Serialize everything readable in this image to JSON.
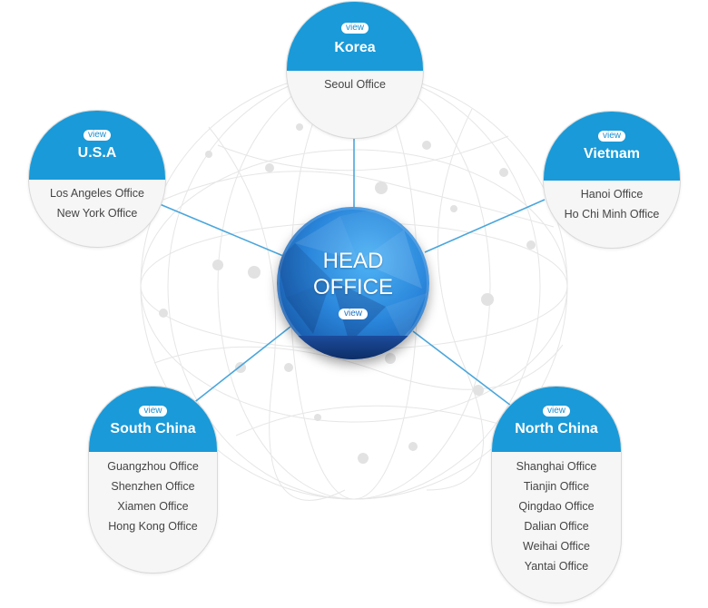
{
  "head_office": {
    "title_line1": "HEAD",
    "title_line2": "OFFICE",
    "view_label": "view"
  },
  "regions": {
    "korea": {
      "view_label": "view",
      "title": "Korea",
      "offices": [
        "Seoul Office"
      ]
    },
    "usa": {
      "view_label": "view",
      "title": "U.S.A",
      "offices": [
        "Los Angeles Office",
        "New York Office"
      ]
    },
    "vietnam": {
      "view_label": "view",
      "title": "Vietnam",
      "offices": [
        "Hanoi Office",
        "Ho Chi Minh Office"
      ]
    },
    "south_china": {
      "view_label": "view",
      "title": "South China",
      "offices": [
        "Guangzhou Office",
        "Shenzhen Office",
        "Xiamen Office",
        "Hong Kong Office"
      ]
    },
    "north_china": {
      "view_label": "view",
      "title": "North China",
      "offices": [
        "Shanghai Office",
        "Tianjin Office",
        "Qingdao Office",
        "Dalian Office",
        "Weihai Office",
        "Yantai Office"
      ]
    }
  },
  "colors": {
    "region_header": "#1a9ad8",
    "connector": "#4aa6dc",
    "head_office": "#2a86db"
  }
}
